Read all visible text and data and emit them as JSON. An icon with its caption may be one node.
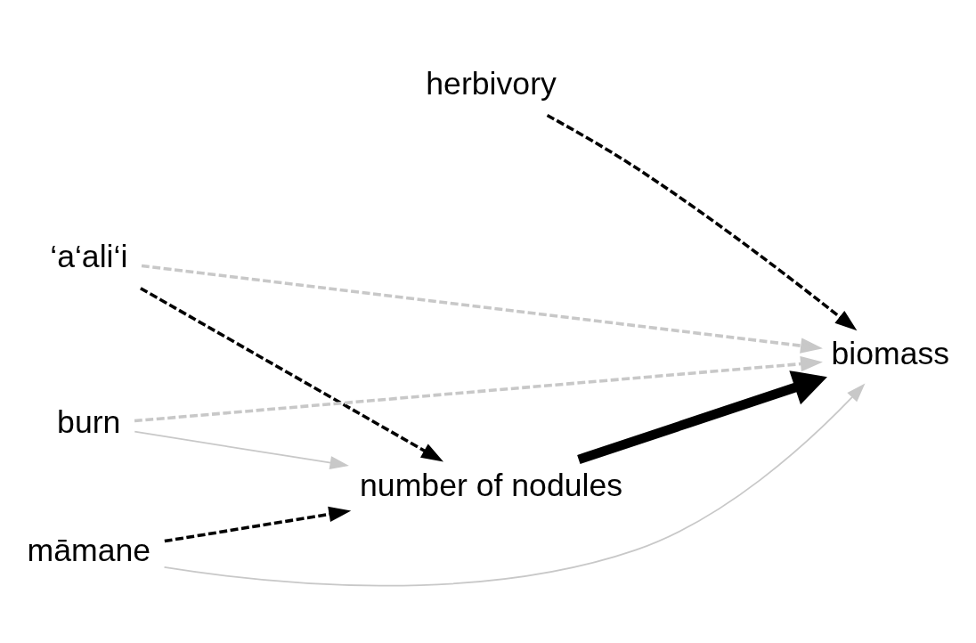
{
  "diagram": {
    "nodes": [
      {
        "text": [
          "herbivory"
        ]
      },
      {
        "text": [
          "‘a‘ali‘i"
        ]
      },
      {
        "text": [
          "number of nodules"
        ]
      },
      {
        "text": [
          "biomass"
        ]
      },
      {
        "text": [
          "burn"
        ]
      },
      {
        "text": [
          "māmane"
        ]
      }
    ],
    "edges": [
      {
        "from": 0,
        "to": 3,
        "arrow": "to",
        "style": "dashed"
      },
      {
        "from": 1,
        "to": 3,
        "arrow": "to",
        "style": "dashed",
        "color": "#c8c8c8"
      },
      {
        "from": 1,
        "to": 2,
        "arrow": "to",
        "style": "dashed"
      },
      {
        "from": 2,
        "to": 3,
        "arrow": "to",
        "style": "thick"
      },
      {
        "from": 4,
        "to": 2,
        "arrow": "to",
        "color": "#c8c8c8"
      },
      {
        "from": 4,
        "to": 3,
        "arrow": "to",
        "style": "dashed",
        "color": "#c8c8c8"
      },
      {
        "from": 5,
        "to": 2,
        "arrow": "to",
        "style": "dashed"
      },
      {
        "from": 5,
        "to": 3,
        "arrow": "to",
        "color": "#c8c8c8"
      }
    ]
  }
}
